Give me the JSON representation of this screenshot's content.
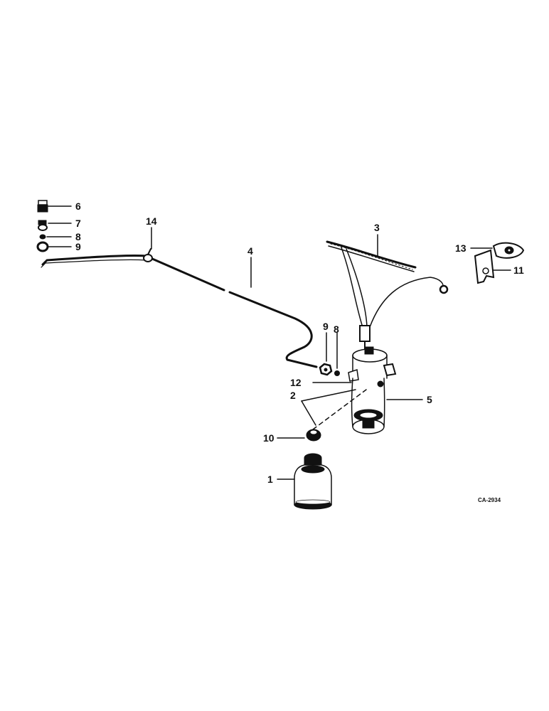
{
  "callouts": {
    "p1": "1",
    "p2": "2",
    "p3": "3",
    "p4": "4",
    "p5": "5",
    "p6": "6",
    "p7": "7",
    "p8a": "8",
    "p8b": "8",
    "p9a": "9",
    "p9b": "9",
    "p10": "10",
    "p11": "11",
    "p12": "12",
    "p13": "13",
    "p14": "14"
  },
  "drawing_code": "CA-2934",
  "colors": {
    "ink": "#111111",
    "paper": "#ffffff"
  }
}
